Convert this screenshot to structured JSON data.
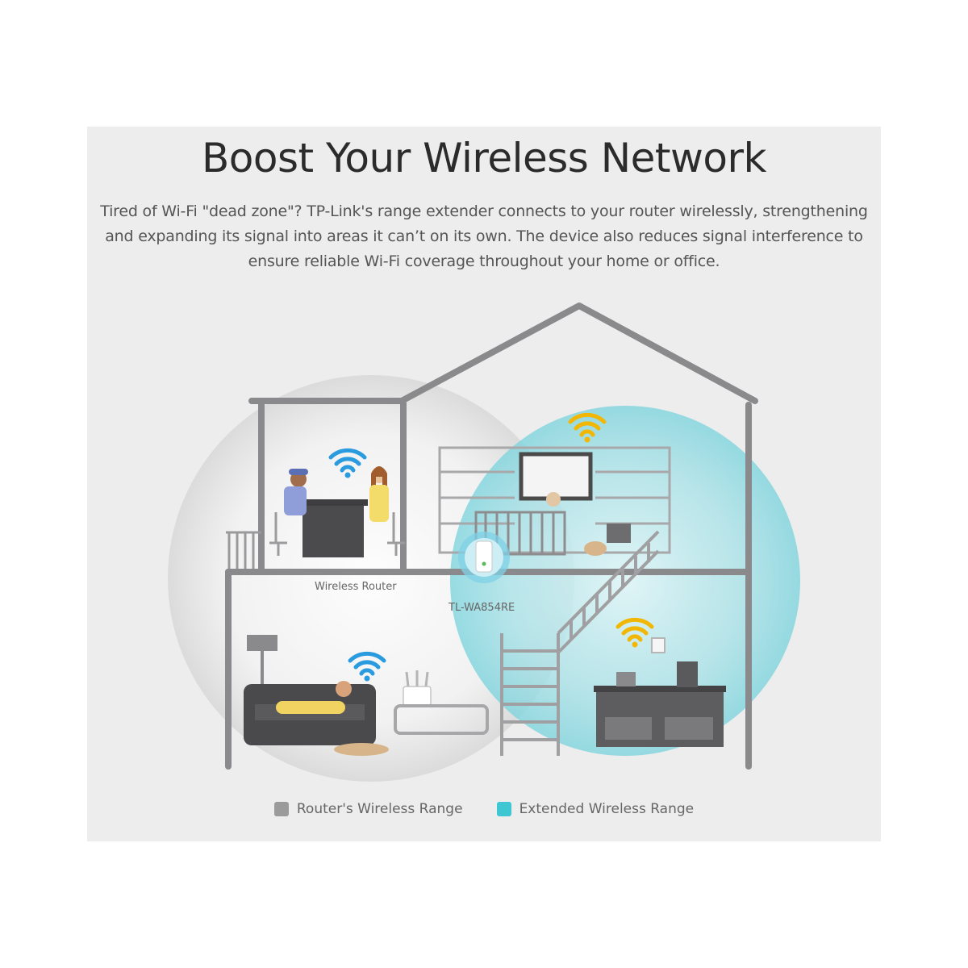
{
  "heading": "Boost Your Wireless Network",
  "description_lines": [
    "Tired of Wi-Fi \"dead zone\"? TP-Link's range extender connects to your router wirelessly, strengthening",
    "and expanding its signal into areas it can’t on its own. The device also reduces signal interference to",
    "ensure reliable Wi-Fi coverage throughout your home or office."
  ],
  "labels": {
    "router": "Wireless Router",
    "extender": "TL-WA854RE"
  },
  "legend": {
    "router_range": "Router's Wireless Range",
    "extended_range": "Extended Wireless Range"
  },
  "colors": {
    "router_range": "#9b9b9b",
    "extended_range": "#3ec7d3",
    "wifi_router": "#2b9be0",
    "wifi_extender": "#f2b705",
    "house_outline": "#8a8a8d"
  },
  "icons": [
    "wifi-icon-blue",
    "wifi-icon-yellow",
    "extender-device-icon",
    "router-device-icon"
  ]
}
